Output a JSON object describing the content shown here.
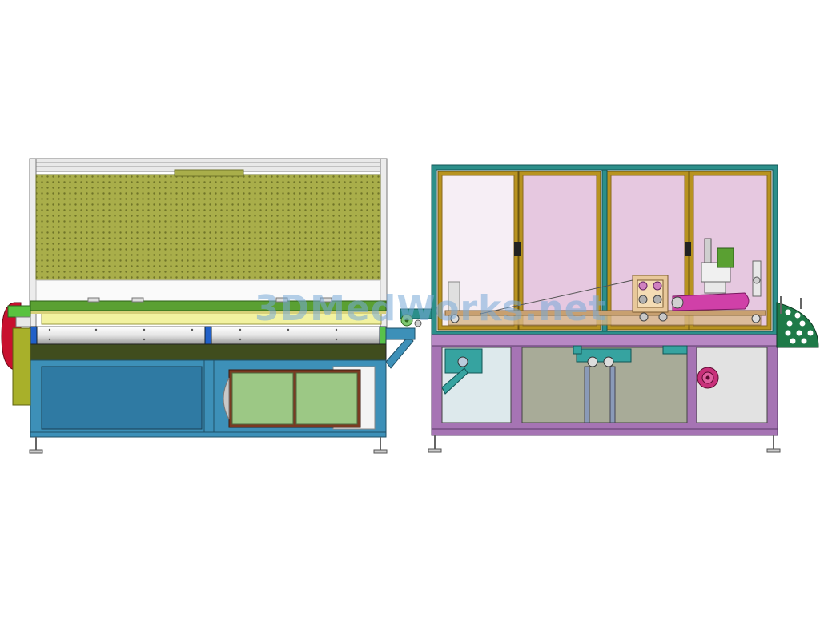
{
  "watermark": {
    "text": "3DMedWorks.net"
  },
  "colors": {
    "frame_blue": "#3d90b8",
    "panel_blue": "#2f7aa3",
    "perforated_green": "#a9ae4a",
    "roller_green": "#5aa032",
    "belt_yellow": "#f2f2a0",
    "dark_olive": "#404d1e",
    "light_green_panel": "#9cc885",
    "panel_border_brown": "#7a3a22",
    "cabinet_frame_teal": "#2c8f8a",
    "door_gold": "#b89320",
    "glass_pink": "#e6c8e0",
    "base_purple": "#a674b4",
    "unit_teal": "#36a3a0",
    "gauge_green": "#1e7a48",
    "accent_red": "#c8102e",
    "magenta": "#d040a8"
  },
  "components": {
    "left_machine": "inspection-table",
    "right_machine": "enclosed-cabinet-unit",
    "icons": [
      "door-hinge-icon",
      "leveling-foot-icon",
      "pulley-icon",
      "gauge-icon"
    ]
  }
}
